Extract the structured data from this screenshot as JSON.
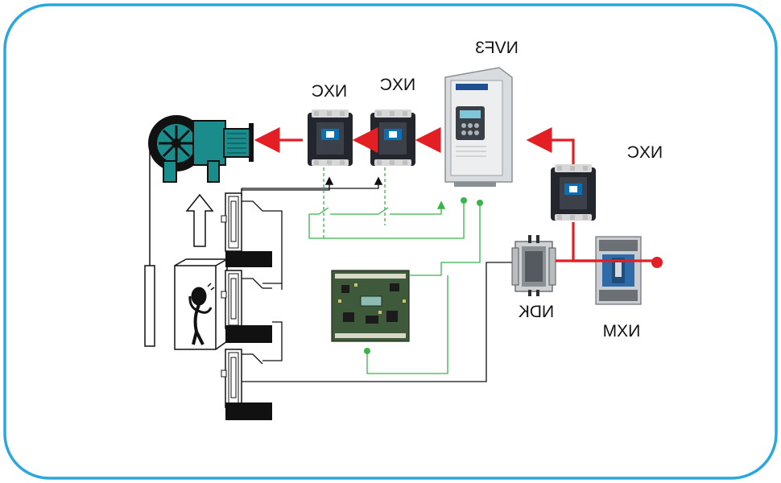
{
  "labels": {
    "vfd": "NVF3",
    "contactor_left": "NXC",
    "contactor_mid": "NXC",
    "contactor_right": "NXC",
    "transformer": "NDK",
    "breaker": "NXM"
  },
  "colors": {
    "frame": "#29a8e0",
    "power": "#e31e24",
    "control": "#111111",
    "signal": "#39b54a",
    "motor_teal": "#1a8c8c"
  }
}
